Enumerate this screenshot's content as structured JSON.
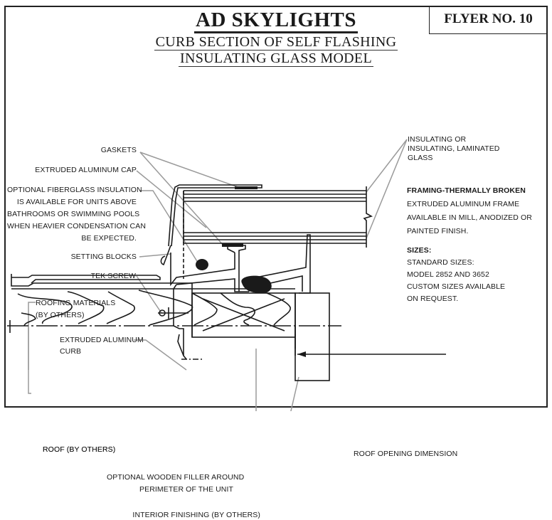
{
  "header": {
    "title": "AD SKYLIGHTS",
    "subtitle_line1": "CURB SECTION OF SELF FLASHING",
    "subtitle_line2": "INSULATING GLASS MODEL",
    "flyer": "FLYER NO. 10"
  },
  "callouts": {
    "gaskets": "GASKETS",
    "cap": "EXTRUDED ALUMINUM CAP",
    "insulation": [
      "OPTIONAL FIBERGLASS INSULATION",
      "IS AVAILABLE FOR UNITS ABOVE",
      "BATHROOMS OR SWIMMING POOLS",
      "WHEN HEAVIER CONDENSATION CAN",
      "BE EXPECTED."
    ],
    "setting_blocks": "SETTING BLOCKS",
    "tek_screw": "TEK SCREW",
    "roofing": [
      "ROOFING MATERIALS",
      "(BY OTHERS)"
    ],
    "curb": [
      "EXTRUDED ALUMINUM",
      "CURB"
    ],
    "roof": "ROOF (BY OTHERS)",
    "filler": [
      "OPTIONAL WOODEN FILLER AROUND",
      "PERIMETER OF THE UNIT"
    ],
    "interior": "INTERIOR FINISHING (BY OTHERS)",
    "roof_opening": "ROOF OPENING DIMENSION",
    "glass": [
      "INSULATING OR",
      "INSULATING, LAMINATED",
      "GLASS"
    ]
  },
  "specs": {
    "framing_heading": "FRAMING-THERMALLY BROKEN",
    "framing_lines": [
      "EXTRUDED ALUMINUM FRAME",
      "AVAILABLE IN MILL, ANODIZED OR",
      "PAINTED FINISH."
    ],
    "sizes_heading": "SIZES:",
    "sizes_lines": [
      "STANDARD SIZES:",
      "MODEL 2852 AND 3652",
      "CUSTOM SIZES AVAILABLE",
      "ON REQUEST."
    ]
  },
  "colors": {
    "ink": "#1a1a1a",
    "leader": "#9a9a9a"
  }
}
